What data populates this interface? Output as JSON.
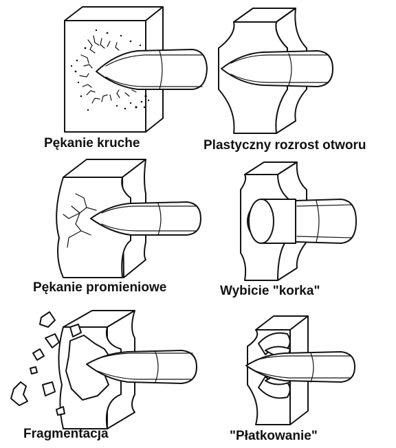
{
  "panels": [
    {
      "caption": "Pękanie kruche"
    },
    {
      "caption": "Plastyczny rozrost otworu"
    },
    {
      "caption": "Pękanie promieniowe"
    },
    {
      "caption": "Wybicie \"korka\""
    },
    {
      "caption": "Fragmentacja"
    },
    {
      "caption": "\"Płatkowanie\""
    }
  ]
}
